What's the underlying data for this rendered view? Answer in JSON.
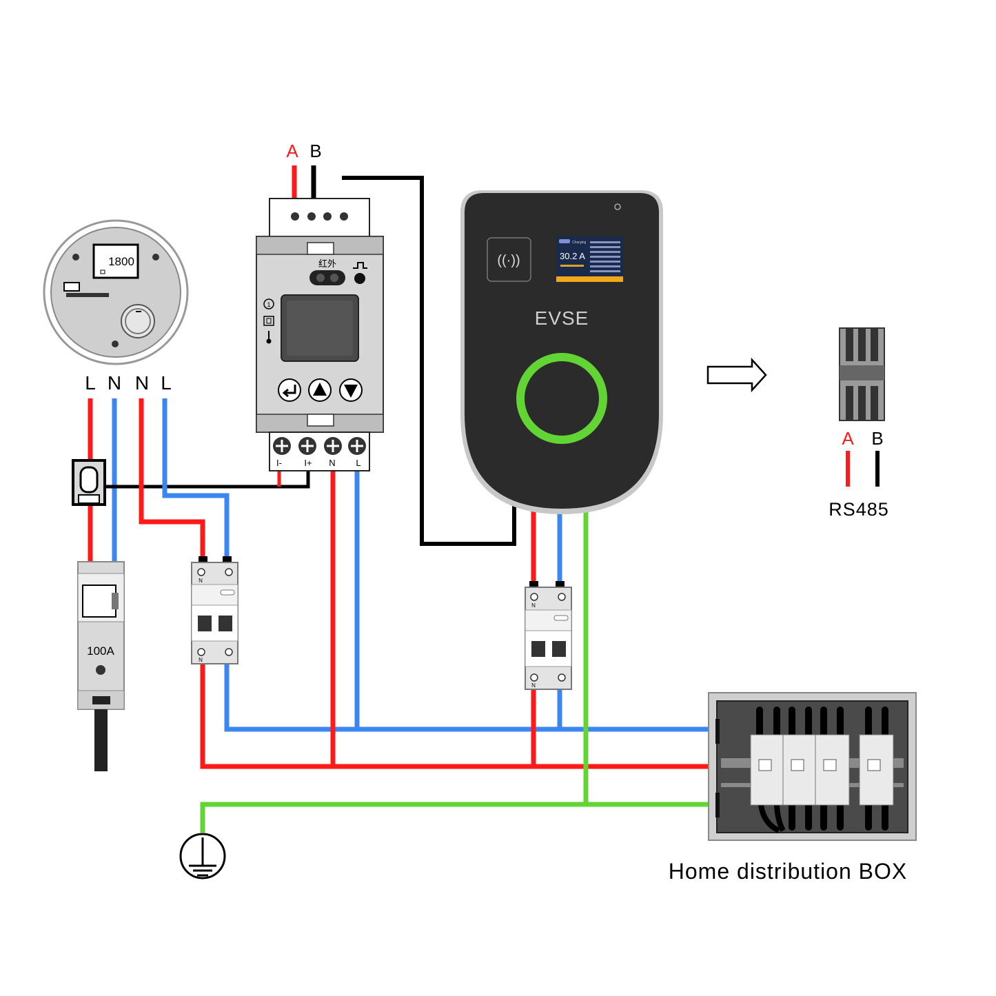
{
  "colors": {
    "live": "#ff1a1a",
    "neutral": "#3b86f0",
    "earth": "#62d534",
    "signal": "#000000",
    "device_grey": "#d4d4d4",
    "charger_body": "#2b2b2b",
    "ring": "#62d534"
  },
  "top_rs485": {
    "a_label": "A",
    "b_label": "B"
  },
  "utility_meter": {
    "display": "1800"
  },
  "supply_labels": [
    "L",
    "N",
    "N",
    "L"
  ],
  "din_meter": {
    "ir_label": "红外",
    "terminals": [
      "I-",
      "I+",
      "N",
      "L"
    ],
    "buttons": [
      "enter-icon",
      "up-icon",
      "down-icon"
    ]
  },
  "main_breaker": {
    "rating": "100A"
  },
  "breaker_pole_label": "N",
  "charger": {
    "brand": "EVSE",
    "screen": {
      "status": "Charging",
      "current": "30.2 A"
    }
  },
  "connector": {
    "a_label": "A",
    "b_label": "B",
    "caption": "RS485"
  },
  "distribution_box": {
    "caption": "Home distribution BOX"
  }
}
